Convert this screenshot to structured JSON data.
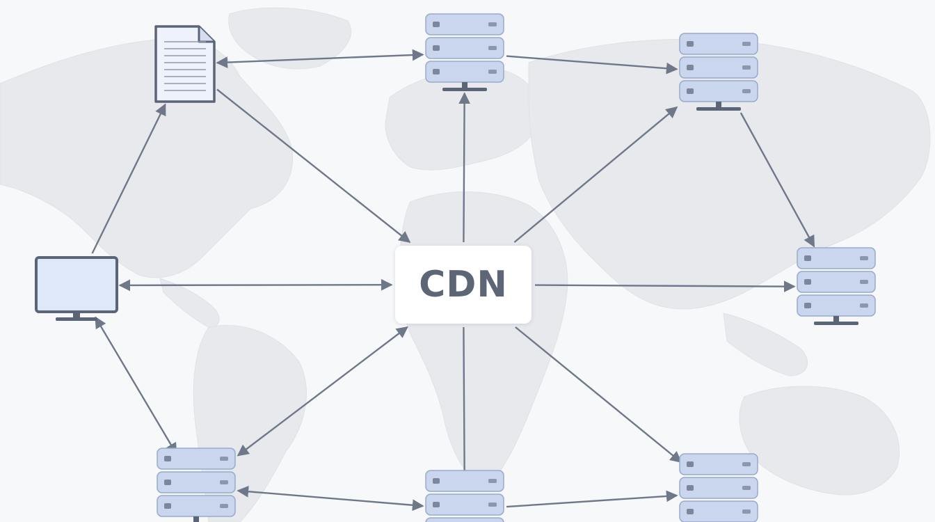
{
  "diagram": {
    "hub": {
      "label": "CDN"
    },
    "colors": {
      "arrow": "#6f7889",
      "server_fill": "#c9d6ee",
      "server_stroke": "#98aacb",
      "map_land": "#e7e9ed",
      "icon_stroke": "#5b6577"
    },
    "nodes": [
      {
        "id": "document",
        "icon": "document-icon"
      },
      {
        "id": "client-monitor",
        "icon": "monitor-icon"
      },
      {
        "id": "server-top-center",
        "icon": "server-icon"
      },
      {
        "id": "server-top-right",
        "icon": "server-icon"
      },
      {
        "id": "server-right",
        "icon": "server-icon"
      },
      {
        "id": "server-bottom-left",
        "icon": "server-icon"
      },
      {
        "id": "server-bottom-center",
        "icon": "server-icon"
      },
      {
        "id": "server-bottom-right",
        "icon": "server-icon"
      }
    ],
    "connections": [
      {
        "from": "document",
        "to": "server-top-center",
        "style": "bidirectional"
      },
      {
        "from": "server-top-center",
        "to": "server-top-right",
        "style": "directed"
      },
      {
        "from": "server-top-right",
        "to": "server-right",
        "style": "directed"
      },
      {
        "from": "document",
        "to": "hub",
        "style": "directed"
      },
      {
        "from": "client-monitor",
        "to": "document",
        "style": "directed"
      },
      {
        "from": "hub",
        "to": "server-top-center",
        "style": "directed"
      },
      {
        "from": "hub",
        "to": "server-top-right",
        "style": "directed"
      },
      {
        "from": "client-monitor",
        "to": "hub",
        "style": "bidirectional"
      },
      {
        "from": "hub",
        "to": "server-right",
        "style": "directed"
      },
      {
        "from": "client-monitor",
        "to": "server-bottom-left",
        "style": "bidirectional"
      },
      {
        "from": "hub",
        "to": "server-bottom-left",
        "style": "bidirectional"
      },
      {
        "from": "hub",
        "to": "server-bottom-center",
        "style": "directed"
      },
      {
        "from": "hub",
        "to": "server-bottom-right",
        "style": "directed"
      },
      {
        "from": "server-bottom-left",
        "to": "server-bottom-center",
        "style": "bidirectional"
      },
      {
        "from": "server-bottom-center",
        "to": "server-bottom-right",
        "style": "directed"
      }
    ]
  }
}
